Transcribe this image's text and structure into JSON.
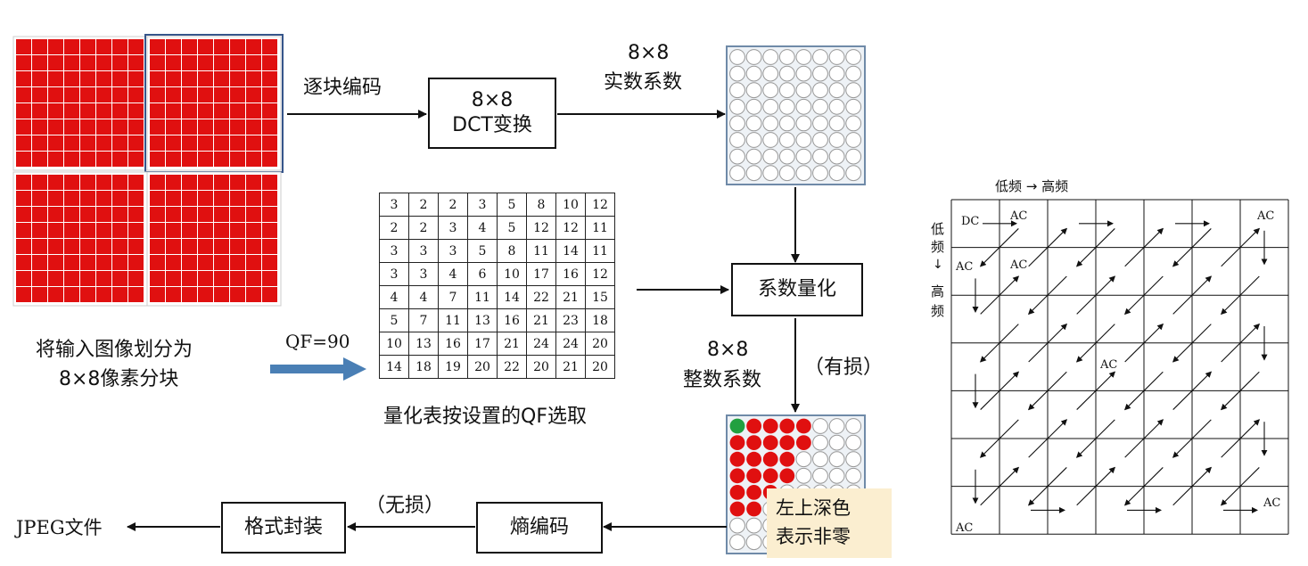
{
  "colors": {
    "pixel_red": "#e01010",
    "green_dc": "#22a040",
    "blue_arrow": "#4a7fb5",
    "note_bg": "#fbeed0"
  },
  "labels": {
    "block_encode": "逐块编码",
    "real_coef_size": "8×8",
    "real_coef": "实数系数",
    "split_line1": "将输入图像划分为",
    "split_line2": "8×8像素分块",
    "qf": "QF=90",
    "qtable_caption": "量化表按设置的QF选取",
    "int_coef_size": "8×8",
    "int_coef": "整数系数",
    "lossy": "（有损）",
    "lossless": "（无损）",
    "jpeg_file": "JPEG文件",
    "note_line1": "左上深色",
    "note_line2": "表示非零"
  },
  "boxes": {
    "dct_line1": "8×8",
    "dct_line2": "DCT变换",
    "quantize": "系数量化",
    "entropy": "熵编码",
    "format": "格式封装"
  },
  "quant_table": [
    [
      "3",
      "2",
      "2",
      "3",
      "5",
      "8",
      "10",
      "12"
    ],
    [
      "2",
      "2",
      "3",
      "4",
      "5",
      "12",
      "12",
      "11"
    ],
    [
      "3",
      "3",
      "3",
      "5",
      "8",
      "11",
      "14",
      "11"
    ],
    [
      "3",
      "3",
      "4",
      "6",
      "10",
      "17",
      "16",
      "12"
    ],
    [
      "4",
      "4",
      "7",
      "11",
      "14",
      "22",
      "21",
      "15"
    ],
    [
      "5",
      "7",
      "11",
      "13",
      "16",
      "21",
      "23",
      "18"
    ],
    [
      "10",
      "13",
      "16",
      "17",
      "21",
      "24",
      "24",
      "20"
    ],
    [
      "14",
      "18",
      "19",
      "20",
      "22",
      "20",
      "21",
      "20"
    ]
  ],
  "zigzag": {
    "freq_top": "低频 → 高频",
    "freq_left_1": "低",
    "freq_left_2": "频",
    "freq_left_3": "↓",
    "freq_left_4": "高",
    "freq_left_5": "频",
    "dc": "DC",
    "ac": "AC"
  }
}
